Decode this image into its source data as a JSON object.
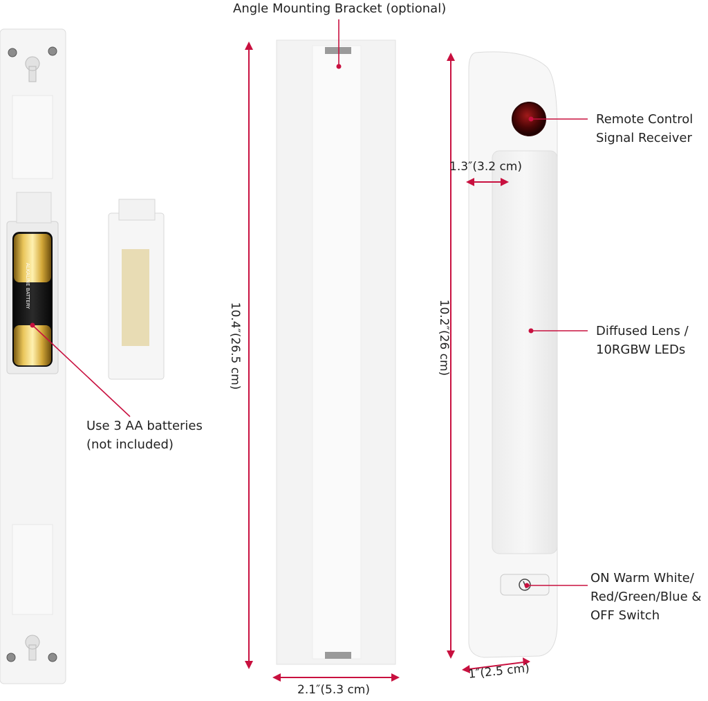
{
  "accent_color": "#c8103f",
  "callouts": {
    "bracket": "Angle Mounting Bracket  (optional)",
    "receiver_line1": "Remote Control",
    "receiver_line2": "Signal Receiver",
    "lens_line1": "Diffused Lens /",
    "lens_line2": "10RGBW LEDs",
    "switch_line1": "ON Warm White/",
    "switch_line2": "Red/Green/Blue &",
    "switch_line3": "OFF Switch",
    "battery_line1": "Use 3 AA batteries",
    "battery_line2": "(not included)"
  },
  "dimensions": {
    "bracket_height": "10.4″(26.5 cm)",
    "light_height": "10.2″(26 cm)",
    "light_width": "1.3″(3.2 cm)",
    "bracket_width": "2.1″(5.3 cm)",
    "light_depth": "1″(2.5 cm)"
  },
  "battery_print": {
    "brand_text": "ALKALINE BATTERY"
  },
  "icons": {
    "switch": "power-switch-icon",
    "receiver": "ir-receiver-icon"
  }
}
